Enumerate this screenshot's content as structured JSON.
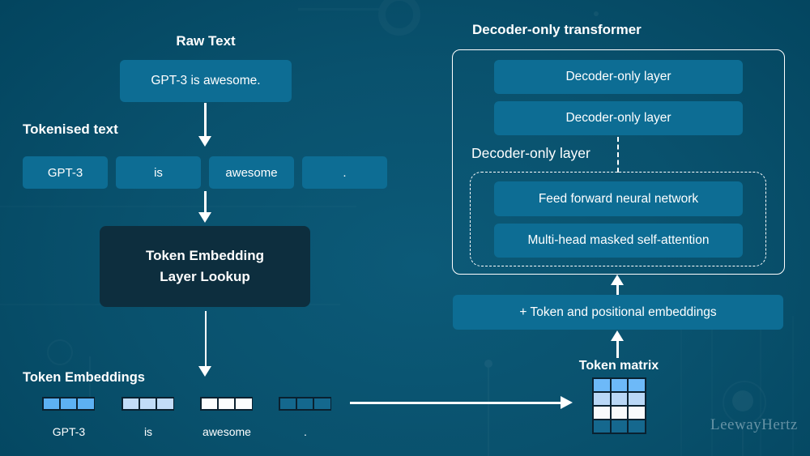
{
  "headings": {
    "raw_text": "Raw Text",
    "tokenised_text": "Tokenised text",
    "token_embeddings": "Token Embeddings",
    "decoder_transformer": "Decoder-only transformer",
    "decoder_layer": "Decoder-only layer",
    "token_matrix": "Token matrix"
  },
  "flow": {
    "raw_text_value": "GPT-3 is awesome.",
    "lookup_line1": "Token Embedding",
    "lookup_line2": "Layer Lookup"
  },
  "tokens": [
    "GPT-3",
    "is",
    "awesome",
    "."
  ],
  "embeddings": [
    {
      "label": "GPT-3",
      "color": "#5db1f3"
    },
    {
      "label": "is",
      "color": "#c2dcf8"
    },
    {
      "label": "awesome",
      "color": "#fbfdfe"
    },
    {
      "label": ".",
      "color": "#14688e"
    }
  ],
  "transformer": {
    "layer_box_1": "Decoder-only layer",
    "layer_box_2": "Decoder-only layer",
    "feed_forward": "Feed forward neural network",
    "self_attention": "Multi-head masked self-attention",
    "token_positional": "+ Token and positional embeddings"
  },
  "token_matrix": {
    "rows": 4,
    "cols": 3,
    "row_colors": [
      "#6db9f8",
      "#b9d7f6",
      "#f8fafc",
      "#15688e"
    ]
  },
  "watermark": "LeewayHertz",
  "colors": {
    "background_dark": "#02425b",
    "background_light": "#0c5a78",
    "box_fill": "#0d6d94",
    "dark_box_fill": "#0d2e3e",
    "cell_border": "#0a2130",
    "text": "#ffffff"
  }
}
